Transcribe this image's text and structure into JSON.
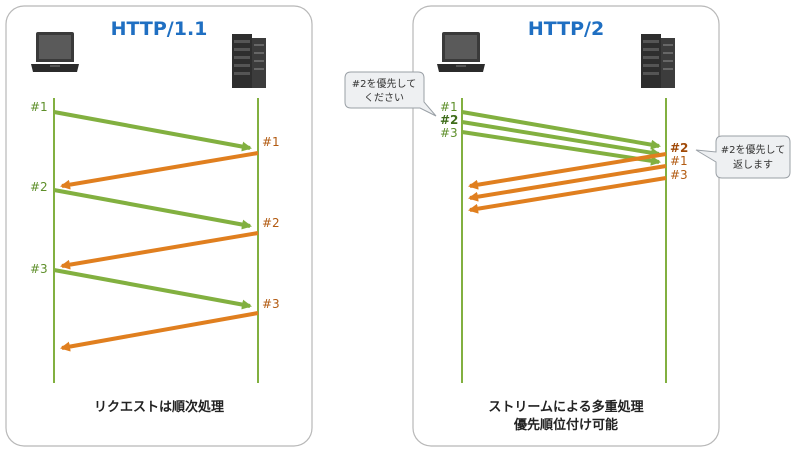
{
  "left_panel": {
    "title": "HTTP/1.1",
    "client_labels": [
      "#1",
      "#2",
      "#3"
    ],
    "server_labels": [
      "#1",
      "#2",
      "#3"
    ],
    "caption": "リクエストは順次処理"
  },
  "right_panel": {
    "title": "HTTP/2",
    "client_labels": [
      "#1",
      "#2",
      "#3"
    ],
    "server_labels": [
      "#2",
      "#1",
      "#3"
    ],
    "client_bubble": [
      "#2を優先して",
      "ください"
    ],
    "server_bubble": [
      "#2を優先して",
      "返します"
    ],
    "caption": [
      "ストリームによる多重処理",
      "優先順位付け可能"
    ]
  },
  "colors": {
    "request": "#82b040",
    "response": "#e07f1f",
    "title": "#1f6fc2"
  },
  "icons": [
    "laptop-icon",
    "server-icon"
  ]
}
